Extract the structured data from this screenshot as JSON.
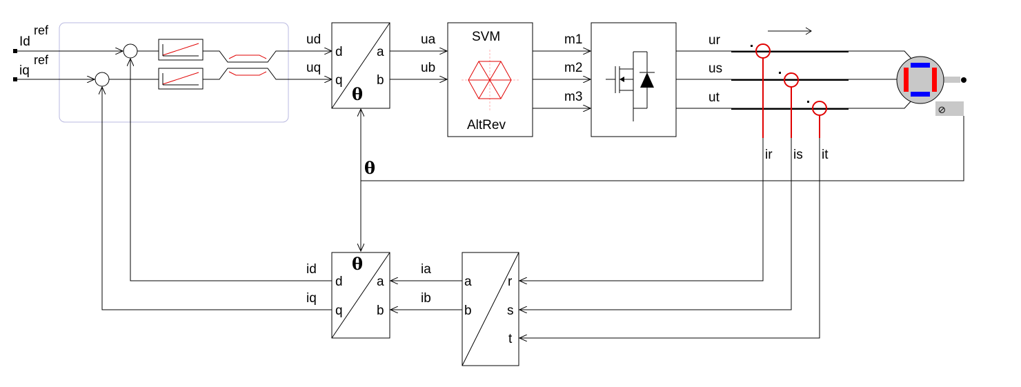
{
  "colors": {
    "wire": "#000000",
    "sensor": "#e00000",
    "group_frame": "#b8b8e0",
    "motor_body": "#c8c8c8",
    "motor_pole_red": "#ff0000",
    "motor_pole_blue": "#0000ff",
    "encoder": "#c8c8c8"
  },
  "inputs": {
    "id_ref": {
      "main": "Id",
      "sup": "ref"
    },
    "iq_ref": {
      "main": "iq",
      "sup": "ref"
    }
  },
  "forward_signals": {
    "ud": "ud",
    "uq": "uq",
    "ua": "ua",
    "ub": "ub",
    "m1": "m1",
    "m2": "m2",
    "m3": "m3",
    "ur": "ur",
    "us": "us",
    "ut": "ut"
  },
  "dq_to_ab": {
    "d": "d",
    "q": "q",
    "a": "a",
    "b": "b",
    "theta": "θ"
  },
  "svm": {
    "title": "SVM",
    "subtitle": "AltRev"
  },
  "sensor_labels": {
    "ir": "ir",
    "is": "is",
    "it": "it"
  },
  "theta_feedback_label": "θ",
  "encoder_symbol": "⊘",
  "feedback_signals": {
    "id": "id",
    "iq": "iq",
    "ia": "ia",
    "ib": "ib"
  },
  "ab_to_dq": {
    "d": "d",
    "q": "q",
    "a": "a",
    "b": "b",
    "theta": "θ"
  },
  "rst_to_ab": {
    "a": "a",
    "b": "b",
    "r": "r",
    "s": "s",
    "t": "t"
  }
}
